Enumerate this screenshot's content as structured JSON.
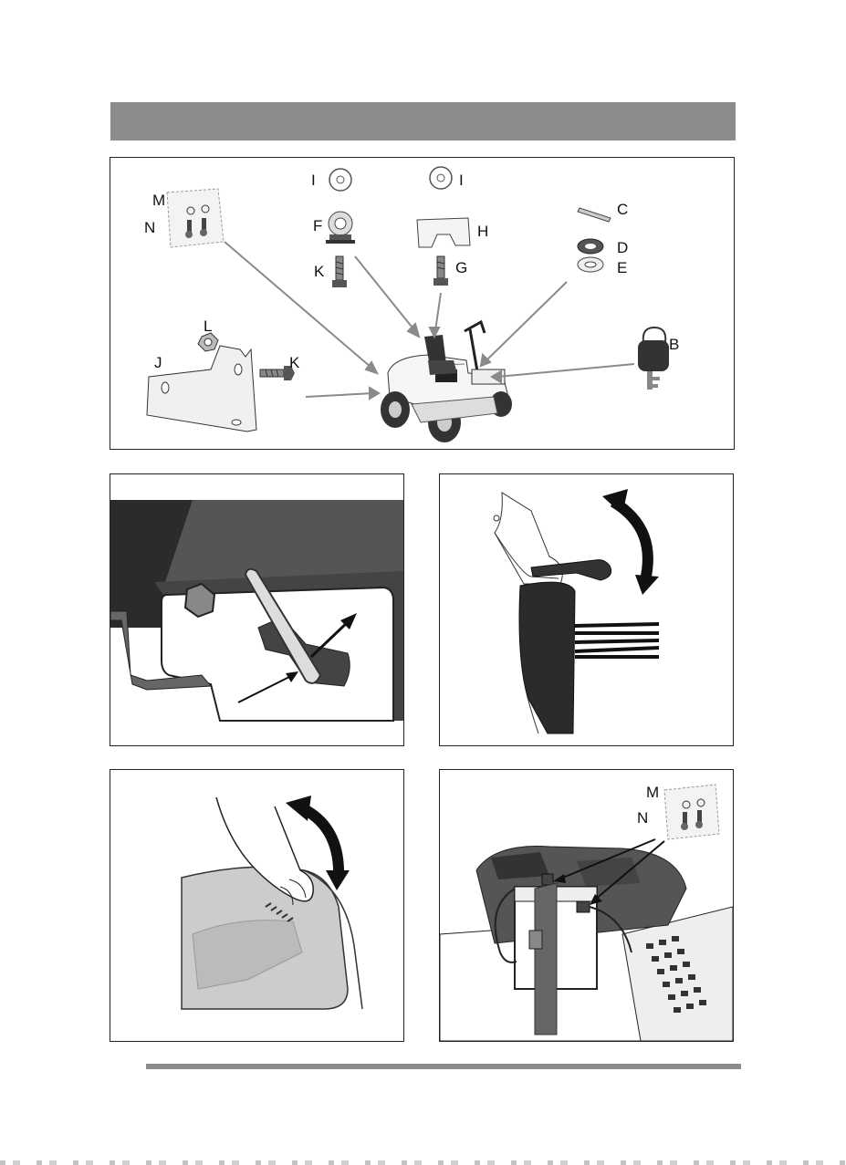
{
  "parts": {
    "I1": "I",
    "I2": "I",
    "F": "F",
    "H": "H",
    "K1": "K",
    "G": "G",
    "C": "C",
    "D": "D",
    "E": "E",
    "M": "M",
    "N": "N",
    "L": "L",
    "J": "J",
    "K2": "K",
    "B": "B"
  },
  "battery": {
    "M": "M",
    "N": "N"
  },
  "colors": {
    "header": "#8c8c8c",
    "arrow": "#8a8a8a",
    "dark": "#2b2b2b"
  }
}
